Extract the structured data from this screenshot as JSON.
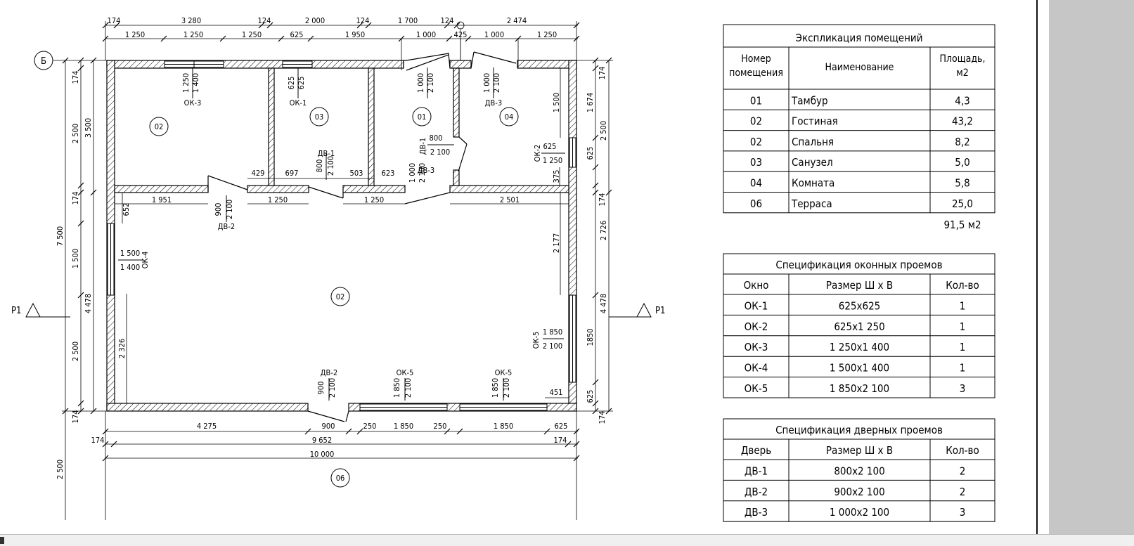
{
  "plan": {
    "axis_label": "Б",
    "section_labels": {
      "left": "Р1",
      "right": "Р1"
    },
    "rooms": [
      {
        "id": "room-02-bedroom",
        "num": "02"
      },
      {
        "id": "room-03",
        "num": "03"
      },
      {
        "id": "room-01",
        "num": "01"
      },
      {
        "id": "room-04",
        "num": "04"
      },
      {
        "id": "room-02-living",
        "num": "02"
      },
      {
        "id": "room-06",
        "num": "06"
      }
    ],
    "top_dims_row1": [
      "174",
      "3 280",
      "124",
      "2 000",
      "124",
      "1 700",
      "124",
      "2 474"
    ],
    "top_dims_row2": [
      "1 250",
      "1 250",
      "1 250",
      "625",
      "1 950",
      "1 000",
      "425",
      "1 000",
      "1 250"
    ],
    "bottom_dims_row1": [
      "4 275",
      "900",
      "250",
      "1 850",
      "250",
      "1 850",
      "625"
    ],
    "bottom_dims_row2": [
      "174",
      "9 652",
      "174"
    ],
    "bottom_dims_row3": [
      "10 000"
    ],
    "left_dims_outer": [
      "7 500",
      "2 500"
    ],
    "left_dims_mid": [
      "3 500",
      "4 478"
    ],
    "left_dims_inner": [
      "174",
      "2 500",
      "174",
      "1 500",
      "2 500",
      "174"
    ],
    "right_dims_outer": [
      "174",
      "1 674",
      "2 500",
      "625",
      "174",
      "2 726",
      "4 478",
      "1850",
      "625",
      "174"
    ],
    "interior_dims": [
      "1 951",
      "1 250",
      "1 250",
      "2 501",
      "429",
      "697",
      "503",
      "623",
      "652",
      "2 326",
      "2 177",
      "1 500",
      "375",
      "451"
    ],
    "openings": {
      "ok3": {
        "w": "1 250",
        "h": "1 400",
        "code": "ОК-3"
      },
      "ok1": {
        "w": "625",
        "h": "625",
        "code": "ОК-1"
      },
      "dv3a": {
        "w": "1 000",
        "h": "2 100",
        "code": "ДВ-3"
      },
      "dv3b": {
        "w": "1 000",
        "h": "2 100",
        "code": "ДВ-3"
      },
      "dv1a": {
        "code": "ДВ-1",
        "w": "800",
        "h": "2 100"
      },
      "dv1b": {
        "code": "ДВ-1",
        "w": "800",
        "h": "2 100"
      },
      "dv3c": {
        "w": "1 000",
        "h": "2 100",
        "code": "ДВ-3"
      },
      "ok2": {
        "code": "ОК-2",
        "w": "625",
        "h": "1 250"
      },
      "dv2a": {
        "w": "900",
        "h": "2 100",
        "code": "ДВ-2"
      },
      "ok4": {
        "w": "1 500",
        "h": "1 400",
        "code": "ОК-4"
      },
      "ok5side": {
        "code": "ОК-5",
        "w": "1 850",
        "h": "2 100"
      },
      "dv2b": {
        "code": "ДВ-2",
        "w": "900",
        "h": "2 100"
      },
      "ok5a": {
        "code": "ОК-5",
        "w": "1 850",
        "h": "2 100"
      },
      "ok5b": {
        "code": "ОК-5",
        "w": "1 850",
        "h": "2 100"
      }
    }
  },
  "rooms_table": {
    "title": "Экспликация помещений",
    "headers": [
      "Номер\nпомещения",
      "Наименование",
      "Площадь,\nм2"
    ],
    "header_lines": {
      "c1a": "Номер",
      "c1b": "помещения",
      "c2": "Наименование",
      "c3a": "Площадь,",
      "c3b": "м2"
    },
    "rows": [
      [
        "01",
        "Тамбур",
        "4,3"
      ],
      [
        "02",
        "Гостиная",
        "43,2"
      ],
      [
        "02",
        "Спальня",
        "8,2"
      ],
      [
        "03",
        "Санузел",
        "5,0"
      ],
      [
        "04",
        "Комната",
        "5,8"
      ],
      [
        "06",
        "Терраса",
        "25,0"
      ]
    ],
    "total": "91,5 м2"
  },
  "windows_table": {
    "title": "Спецификация оконных проемов",
    "headers": [
      "Окно",
      "Размер Ш х В",
      "Кол-во"
    ],
    "rows": [
      [
        "ОК-1",
        "625х625",
        "1"
      ],
      [
        "ОК-2",
        "625х1 250",
        "1"
      ],
      [
        "ОК-3",
        "1 250х1 400",
        "1"
      ],
      [
        "ОК-4",
        "1 500х1 400",
        "1"
      ],
      [
        "ОК-5",
        "1 850х2 100",
        "3"
      ]
    ]
  },
  "doors_table": {
    "title": "Спецификация дверных проемов",
    "headers": [
      "Дверь",
      "Размер Ш х В",
      "Кол-во"
    ],
    "rows": [
      [
        "ДВ-1",
        "800х2 100",
        "2"
      ],
      [
        "ДВ-2",
        "900х2 100",
        "2"
      ],
      [
        "ДВ-3",
        "1 000х2 100",
        "3"
      ]
    ]
  }
}
